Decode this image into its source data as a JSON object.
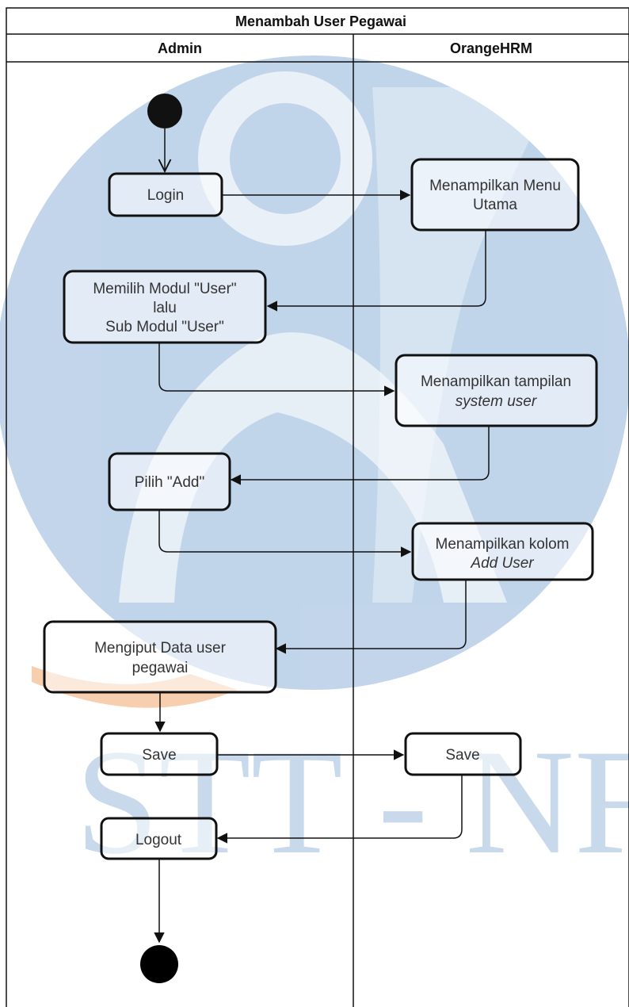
{
  "title": "Menambah User Pegawai",
  "lanes": [
    "Admin",
    "OrangeHRM"
  ],
  "watermark": {
    "text": "STT - NF",
    "color": "#8fb3d9",
    "accent": "#f2a86f"
  },
  "colors": {
    "line": "#111111",
    "text": "#333333",
    "box_fill": "#ffffff"
  },
  "nodes": {
    "login": [
      "Login"
    ],
    "menu_utama": [
      "Menampilkan Menu",
      "Utama"
    ],
    "pilih_modul": [
      "Memilih Modul \"User\"",
      "lalu",
      "Sub Modul \"User\""
    ],
    "tampilan_system_user": [
      "Menampilkan tampilan",
      "system user"
    ],
    "pilih_add": [
      "Pilih \"Add\""
    ],
    "kolom_add_user": [
      "Menampilkan kolom",
      "Add User"
    ],
    "input_data": [
      "Mengiput Data user",
      "pegawai"
    ],
    "save_admin": [
      "Save"
    ],
    "save_system": [
      "Save"
    ],
    "logout": [
      "Logout"
    ]
  },
  "edges": [
    [
      "start",
      "login"
    ],
    [
      "login",
      "menu_utama"
    ],
    [
      "menu_utama",
      "pilih_modul"
    ],
    [
      "pilih_modul",
      "tampilan_system_user"
    ],
    [
      "tampilan_system_user",
      "pilih_add"
    ],
    [
      "pilih_add",
      "kolom_add_user"
    ],
    [
      "kolom_add_user",
      "input_data"
    ],
    [
      "input_data",
      "save_admin"
    ],
    [
      "save_admin",
      "save_system"
    ],
    [
      "save_system",
      "logout"
    ],
    [
      "logout",
      "end"
    ]
  ]
}
